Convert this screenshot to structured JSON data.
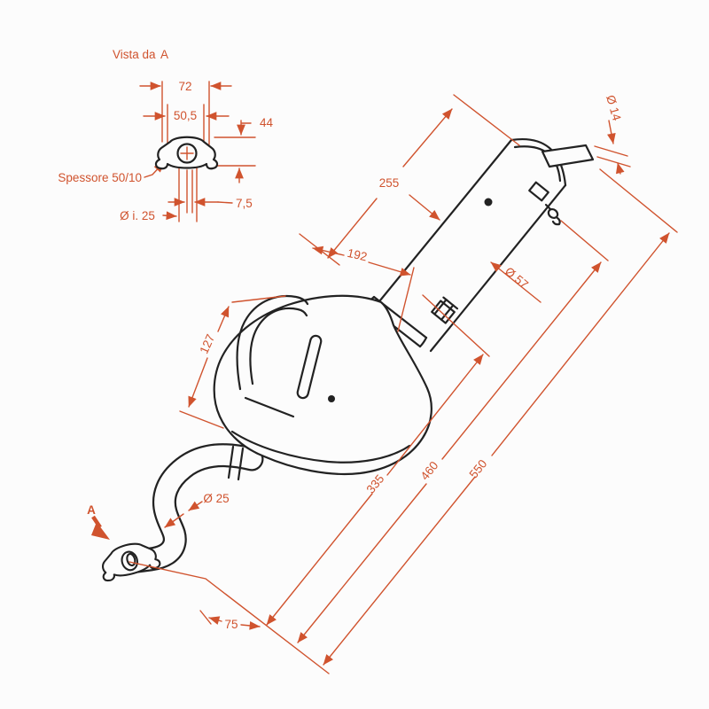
{
  "colors": {
    "dimension_red": "#d0532e",
    "ink": "#222222",
    "paper": "#fcfcfc"
  },
  "detail_view": {
    "title_prefix": "Vista da",
    "title_ref": "A",
    "width_overall": "72",
    "slot_centers": "50,5",
    "height": "44",
    "thickness": "Spessore 50/10",
    "hole_offset": "7,5",
    "inner_diameter": "Ø i. 25"
  },
  "main_view": {
    "tailpipe_diameter": "Ø 14",
    "cylinder_length": "255",
    "mid_length": "192",
    "cylinder_diameter": "Ø 57",
    "body_width": "127",
    "inlet_pipe_diameter": "Ø 25",
    "view_marker": "A",
    "inlet_offset": "75",
    "length_to_body": "335",
    "length_to_bracket": "460",
    "overall_length": "550"
  }
}
